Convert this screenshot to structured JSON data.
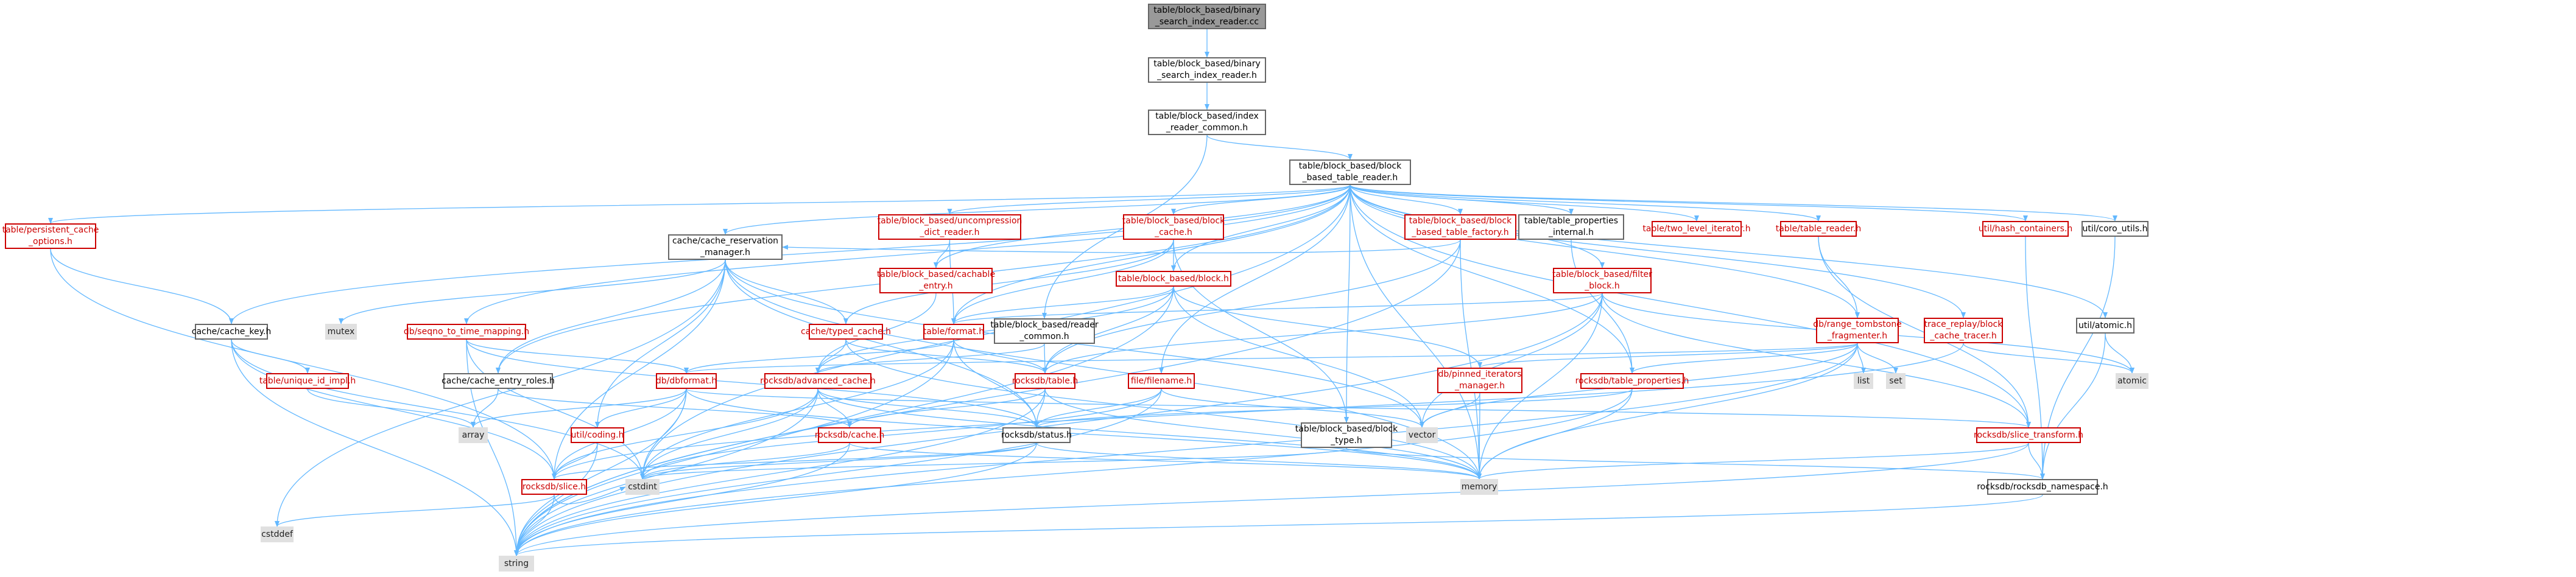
{
  "colors": {
    "edge": "#63b8ff",
    "node_border": "#666666",
    "red": "#cc0000",
    "root_fill": "#999999",
    "system_fill": "#e0e0e0"
  },
  "nodes": [
    {
      "id": "root",
      "label": "table/block_based/binary\n_search_index_reader.cc",
      "style": "root"
    },
    {
      "id": "bsir",
      "label": "table/block_based/binary\n_search_index_reader.h",
      "style": "normal"
    },
    {
      "id": "irc",
      "label": "table/block_based/index\n_reader_common.h",
      "style": "normal"
    },
    {
      "id": "bbtr",
      "label": "table/block_based/block\n_based_table_reader.h",
      "style": "normal"
    },
    {
      "id": "pco",
      "label": "table/persistent_cache\n_options.h",
      "style": "red"
    },
    {
      "id": "crm",
      "label": "cache/cache_reservation\n_manager.h",
      "style": "normal"
    },
    {
      "id": "udr",
      "label": "table/block_based/uncompression\n_dict_reader.h",
      "style": "red"
    },
    {
      "id": "bce",
      "label": "table/block_based/cachable\n_entry.h",
      "style": "red"
    },
    {
      "id": "bbc",
      "label": "table/block_based/block\n_cache.h",
      "style": "red"
    },
    {
      "id": "bb",
      "label": "table/block_based/block.h",
      "style": "red"
    },
    {
      "id": "btf",
      "label": "table/block_based/block\n_based_table_factory.h",
      "style": "red"
    },
    {
      "id": "tpi",
      "label": "table/table_properties\n_internal.h",
      "style": "normal"
    },
    {
      "id": "tli",
      "label": "table/two_level_iterator.h",
      "style": "red"
    },
    {
      "id": "fb",
      "label": "table/block_based/filter\n_block.h",
      "style": "red"
    },
    {
      "id": "tr",
      "label": "table/table_reader.h",
      "style": "red"
    },
    {
      "id": "hc",
      "label": "util/hash_containers.h",
      "style": "red"
    },
    {
      "id": "cu",
      "label": "util/coro_utils.h",
      "style": "normal"
    },
    {
      "id": "ck",
      "label": "cache/cache_key.h",
      "style": "normal"
    },
    {
      "id": "mutex",
      "label": "mutex",
      "style": "sys"
    },
    {
      "id": "stm",
      "label": "db/seqno_to_time_mapping.h",
      "style": "red"
    },
    {
      "id": "tc",
      "label": "cache/typed_cache.h",
      "style": "red"
    },
    {
      "id": "tf",
      "label": "table/format.h",
      "style": "red"
    },
    {
      "id": "rc",
      "label": "table/block_based/reader\n_common.h",
      "style": "normal"
    },
    {
      "id": "rtf",
      "label": "db/range_tombstone\n_fragmenter.h",
      "style": "red"
    },
    {
      "id": "list",
      "label": "list",
      "style": "sys"
    },
    {
      "id": "set",
      "label": "set",
      "style": "sys"
    },
    {
      "id": "rbct",
      "label": "trace_replay/block\n_cache_tracer.h",
      "style": "red"
    },
    {
      "id": "ua",
      "label": "util/atomic.h",
      "style": "normal"
    },
    {
      "id": "atomic",
      "label": "atomic",
      "style": "sys"
    },
    {
      "id": "uid",
      "label": "table/unique_id_impl.h",
      "style": "red"
    },
    {
      "id": "cer",
      "label": "cache/cache_entry_roles.h",
      "style": "normal"
    },
    {
      "id": "df",
      "label": "db/dbformat.h",
      "style": "red"
    },
    {
      "id": "rac",
      "label": "rocksdb/advanced_cache.h",
      "style": "red"
    },
    {
      "id": "rt",
      "label": "rocksdb/table.h",
      "style": "red"
    },
    {
      "id": "ff",
      "label": "file/filename.h",
      "style": "red"
    },
    {
      "id": "pim",
      "label": "db/pinned_iterators\n_manager.h",
      "style": "red"
    },
    {
      "id": "rtp",
      "label": "rocksdb/table_properties.h",
      "style": "red"
    },
    {
      "id": "rst",
      "label": "rocksdb/slice_transform.h",
      "style": "red"
    },
    {
      "id": "array",
      "label": "array",
      "style": "sys"
    },
    {
      "id": "ucod",
      "label": "util/coding.h",
      "style": "red"
    },
    {
      "id": "rcache",
      "label": "rocksdb/cache.h",
      "style": "red"
    },
    {
      "id": "rstatus",
      "label": "rocksdb/status.h",
      "style": "normal"
    },
    {
      "id": "bbt",
      "label": "table/block_based/block\n_type.h",
      "style": "normal"
    },
    {
      "id": "vector",
      "label": "vector",
      "style": "sys"
    },
    {
      "id": "cstdint",
      "label": "cstdint",
      "style": "sys"
    },
    {
      "id": "memory",
      "label": "memory",
      "style": "sys"
    },
    {
      "id": "rns",
      "label": "rocksdb/rocksdb_namespace.h",
      "style": "normal"
    },
    {
      "id": "rslice",
      "label": "rocksdb/slice.h",
      "style": "red"
    },
    {
      "id": "cstddef",
      "label": "cstddef",
      "style": "sys"
    },
    {
      "id": "string",
      "label": "string",
      "style": "sys"
    }
  ],
  "edges": [
    [
      "root",
      "bsir"
    ],
    [
      "bsir",
      "irc"
    ],
    [
      "irc",
      "bbtr"
    ],
    [
      "irc",
      "rc"
    ],
    [
      "bbtr",
      "pco"
    ],
    [
      "bbtr",
      "crm"
    ],
    [
      "bbtr",
      "udr"
    ],
    [
      "bbtr",
      "bce"
    ],
    [
      "bbtr",
      "bbc"
    ],
    [
      "bbtr",
      "bb"
    ],
    [
      "bbtr",
      "btf"
    ],
    [
      "bbtr",
      "tpi"
    ],
    [
      "bbtr",
      "tli"
    ],
    [
      "bbtr",
      "fb"
    ],
    [
      "bbtr",
      "tr"
    ],
    [
      "bbtr",
      "hc"
    ],
    [
      "bbtr",
      "cu"
    ],
    [
      "bbtr",
      "ck"
    ],
    [
      "bbtr",
      "stm"
    ],
    [
      "bbtr",
      "tf"
    ],
    [
      "bbtr",
      "rtf"
    ],
    [
      "bbtr",
      "rbct"
    ],
    [
      "bbtr",
      "ua"
    ],
    [
      "bbtr",
      "cer"
    ],
    [
      "bbtr",
      "rtp"
    ],
    [
      "bbtr",
      "rst"
    ],
    [
      "bbtr",
      "ff"
    ],
    [
      "bbtr",
      "bbt"
    ],
    [
      "bbtr",
      "memory"
    ],
    [
      "bbtr",
      "cstdint"
    ],
    [
      "pco",
      "ck"
    ],
    [
      "pco",
      "rslice"
    ],
    [
      "crm",
      "mutex"
    ],
    [
      "crm",
      "tc"
    ],
    [
      "crm",
      "cer"
    ],
    [
      "crm",
      "ucod"
    ],
    [
      "crm",
      "rslice"
    ],
    [
      "crm",
      "vector"
    ],
    [
      "crm",
      "cstddef"
    ],
    [
      "crm",
      "memory"
    ],
    [
      "crm",
      "rstatus"
    ],
    [
      "udr",
      "bce"
    ],
    [
      "udr",
      "tf"
    ],
    [
      "bce",
      "rac"
    ],
    [
      "bbc",
      "bb"
    ],
    [
      "bbc",
      "tc"
    ],
    [
      "bbc",
      "bbt"
    ],
    [
      "bbc",
      "tf"
    ],
    [
      "bb",
      "tf"
    ],
    [
      "bb",
      "pim"
    ],
    [
      "bb",
      "rt"
    ],
    [
      "bb",
      "rac"
    ],
    [
      "bb",
      "vector"
    ],
    [
      "bb",
      "string"
    ],
    [
      "btf",
      "crm"
    ],
    [
      "btf",
      "rt"
    ],
    [
      "btf",
      "memory"
    ],
    [
      "btf",
      "string"
    ],
    [
      "tpi",
      "rtp"
    ],
    [
      "fb",
      "tf"
    ],
    [
      "fb",
      "rt"
    ],
    [
      "fb",
      "rst"
    ],
    [
      "fb",
      "vector"
    ],
    [
      "fb",
      "memory"
    ],
    [
      "fb",
      "string"
    ],
    [
      "fb",
      "atomic"
    ],
    [
      "tr",
      "rtf"
    ],
    [
      "tr",
      "rst"
    ],
    [
      "hc",
      "rns"
    ],
    [
      "cu",
      "rns"
    ],
    [
      "ck",
      "uid"
    ],
    [
      "ck",
      "rslice"
    ],
    [
      "ck",
      "cstdint"
    ],
    [
      "ck",
      "string"
    ],
    [
      "stm",
      "df"
    ],
    [
      "stm",
      "rstatus"
    ],
    [
      "stm",
      "cstdint"
    ],
    [
      "stm",
      "string"
    ],
    [
      "tc",
      "rac"
    ],
    [
      "tc",
      "rt"
    ],
    [
      "tc",
      "memory"
    ],
    [
      "tf",
      "df"
    ],
    [
      "tf",
      "rt"
    ],
    [
      "tf",
      "rstatus"
    ],
    [
      "tf",
      "string"
    ],
    [
      "tf",
      "cstdint"
    ],
    [
      "rc",
      "rac"
    ],
    [
      "rc",
      "rt"
    ],
    [
      "rtf",
      "list"
    ],
    [
      "rtf",
      "set"
    ],
    [
      "rtf",
      "df"
    ],
    [
      "rtf",
      "pim"
    ],
    [
      "rtf",
      "rtp"
    ],
    [
      "rtf",
      "vector"
    ],
    [
      "rtf",
      "memory"
    ],
    [
      "rtf",
      "string"
    ],
    [
      "rbct",
      "atomic"
    ],
    [
      "rbct",
      "rslice"
    ],
    [
      "ua",
      "atomic"
    ],
    [
      "ua",
      "rns"
    ],
    [
      "uid",
      "array"
    ],
    [
      "cer",
      "array"
    ],
    [
      "cer",
      "rcache"
    ],
    [
      "df",
      "array"
    ],
    [
      "df",
      "ucod"
    ],
    [
      "df",
      "rslice"
    ],
    [
      "df",
      "rst"
    ],
    [
      "df",
      "cstdint"
    ],
    [
      "df",
      "memory"
    ],
    [
      "df",
      "string"
    ],
    [
      "rac",
      "rcache"
    ],
    [
      "rac",
      "rslice"
    ],
    [
      "rac",
      "rstatus"
    ],
    [
      "rac",
      "memory"
    ],
    [
      "rac",
      "cstdint"
    ],
    [
      "rac",
      "string"
    ],
    [
      "rt",
      "rstatus"
    ],
    [
      "rt",
      "rcache"
    ],
    [
      "rt",
      "memory"
    ],
    [
      "rt",
      "string"
    ],
    [
      "ff",
      "rstatus"
    ],
    [
      "ff",
      "vector"
    ],
    [
      "ff",
      "string"
    ],
    [
      "ff",
      "cstdint"
    ],
    [
      "pim",
      "memory"
    ],
    [
      "pim",
      "vector"
    ],
    [
      "rtp",
      "rstatus"
    ],
    [
      "rtp",
      "memory"
    ],
    [
      "rtp",
      "string"
    ],
    [
      "rst",
      "rns"
    ],
    [
      "rst",
      "memory"
    ],
    [
      "rst",
      "string"
    ],
    [
      "ucod",
      "rslice"
    ],
    [
      "ucod",
      "string"
    ],
    [
      "rcache",
      "memory"
    ],
    [
      "rcache",
      "string"
    ],
    [
      "rcache",
      "cstdint"
    ],
    [
      "rstatus",
      "string"
    ],
    [
      "rstatus",
      "memory"
    ],
    [
      "rstatus",
      "rslice"
    ],
    [
      "rstatus",
      "cstdint"
    ],
    [
      "bbt",
      "cstdint"
    ],
    [
      "bbt",
      "rns"
    ],
    [
      "rns",
      "string"
    ],
    [
      "rslice",
      "cstddef"
    ],
    [
      "rslice",
      "string"
    ],
    [
      "rslice",
      "cstdint"
    ]
  ]
}
